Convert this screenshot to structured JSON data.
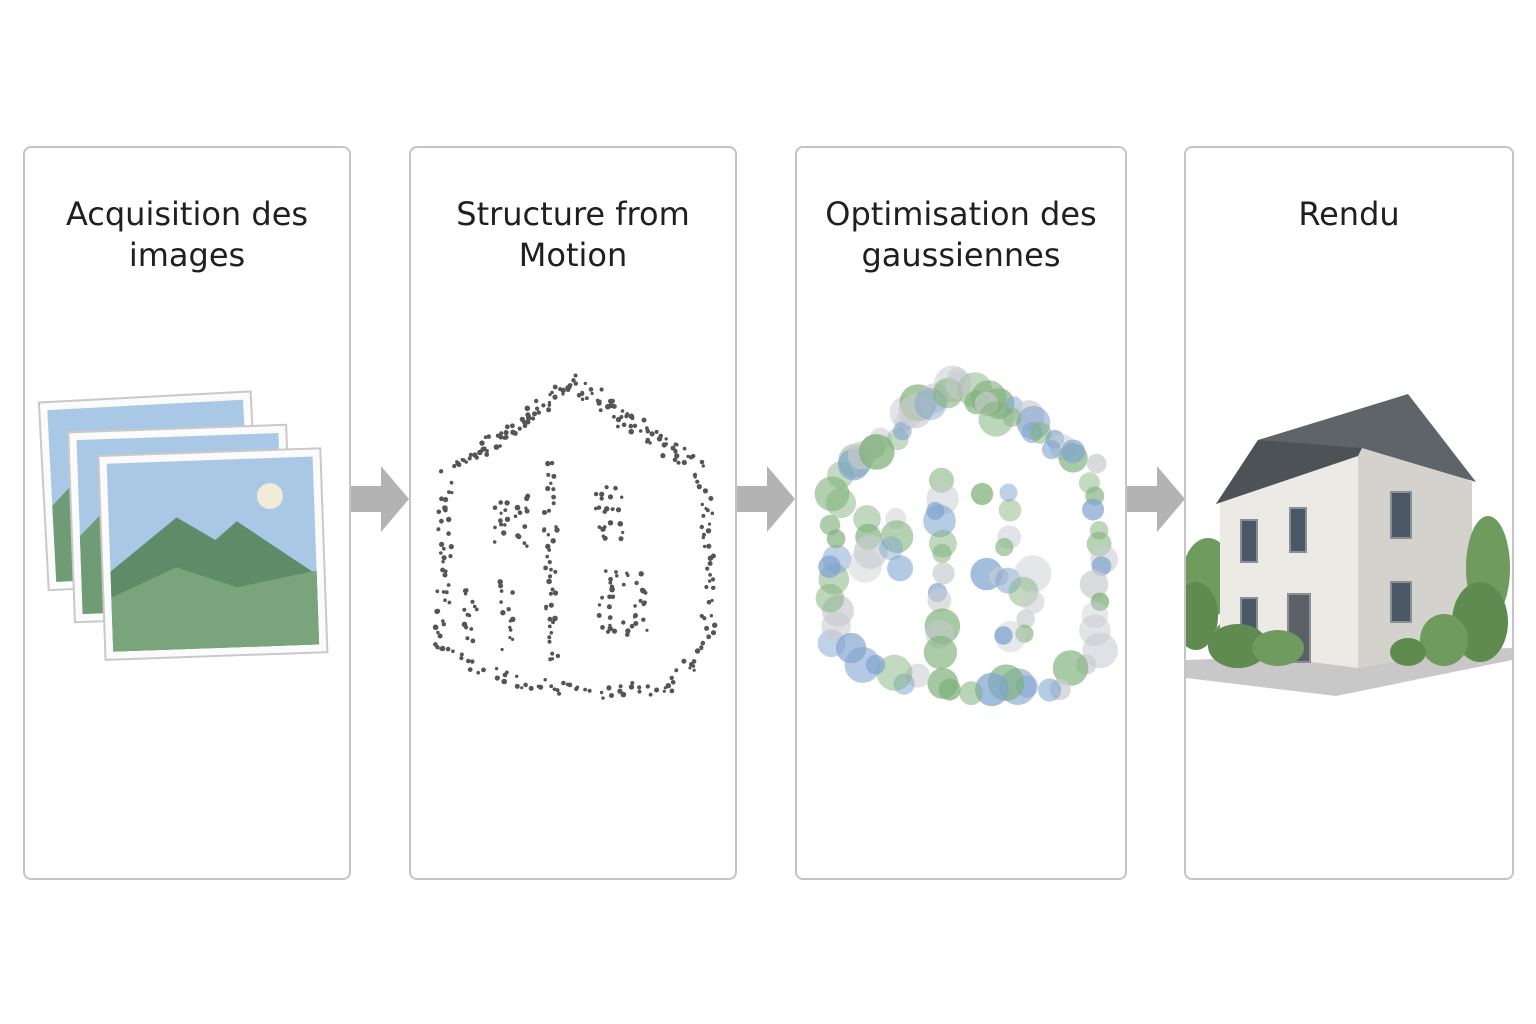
{
  "steps": [
    {
      "title": "Acquisition des\nimages",
      "icon": "photo-stack-icon"
    },
    {
      "title": "Structure from\nMotion",
      "icon": "point-cloud-house-icon"
    },
    {
      "title": "Optimisation des\ngaussiennes",
      "icon": "gaussian-splat-house-icon"
    },
    {
      "title": "Rendu",
      "icon": "rendered-house-icon"
    }
  ],
  "colors": {
    "panel_border": "#c4c4c4",
    "arrow": "#b3b3b3",
    "point": "#555555",
    "gaussian_blue": "#7fa3cf",
    "gaussian_green": "#7fb07a",
    "mountain": "#6f9c74",
    "sky": "#a9c8e6",
    "roof": "#5f6468",
    "wall": "#e9e7e2",
    "bush": "#6f9b5f"
  }
}
